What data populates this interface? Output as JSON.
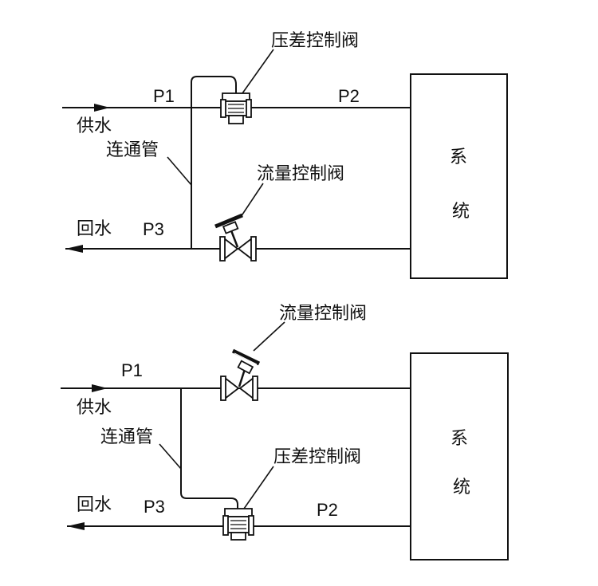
{
  "diagram_top": {
    "label_pdiff_valve": "压差控制阀",
    "label_flow_valve": "流量控制阀",
    "label_supply": "供水",
    "label_return": "回水",
    "label_connecting_pipe": "连通管",
    "label_p1": "P1",
    "label_p2": "P2",
    "label_p3": "P3",
    "system_char1": "系",
    "system_char2": "统"
  },
  "diagram_bottom": {
    "label_flow_valve": "流量控制阀",
    "label_pdiff_valve": "压差控制阀",
    "label_supply": "供水",
    "label_return": "回水",
    "label_connecting_pipe": "连通管",
    "label_p1": "P1",
    "label_p2": "P2",
    "label_p3": "P3",
    "system_char1": "系",
    "system_char2": "统"
  },
  "colors": {
    "line": "#111111",
    "background": "#ffffff"
  }
}
